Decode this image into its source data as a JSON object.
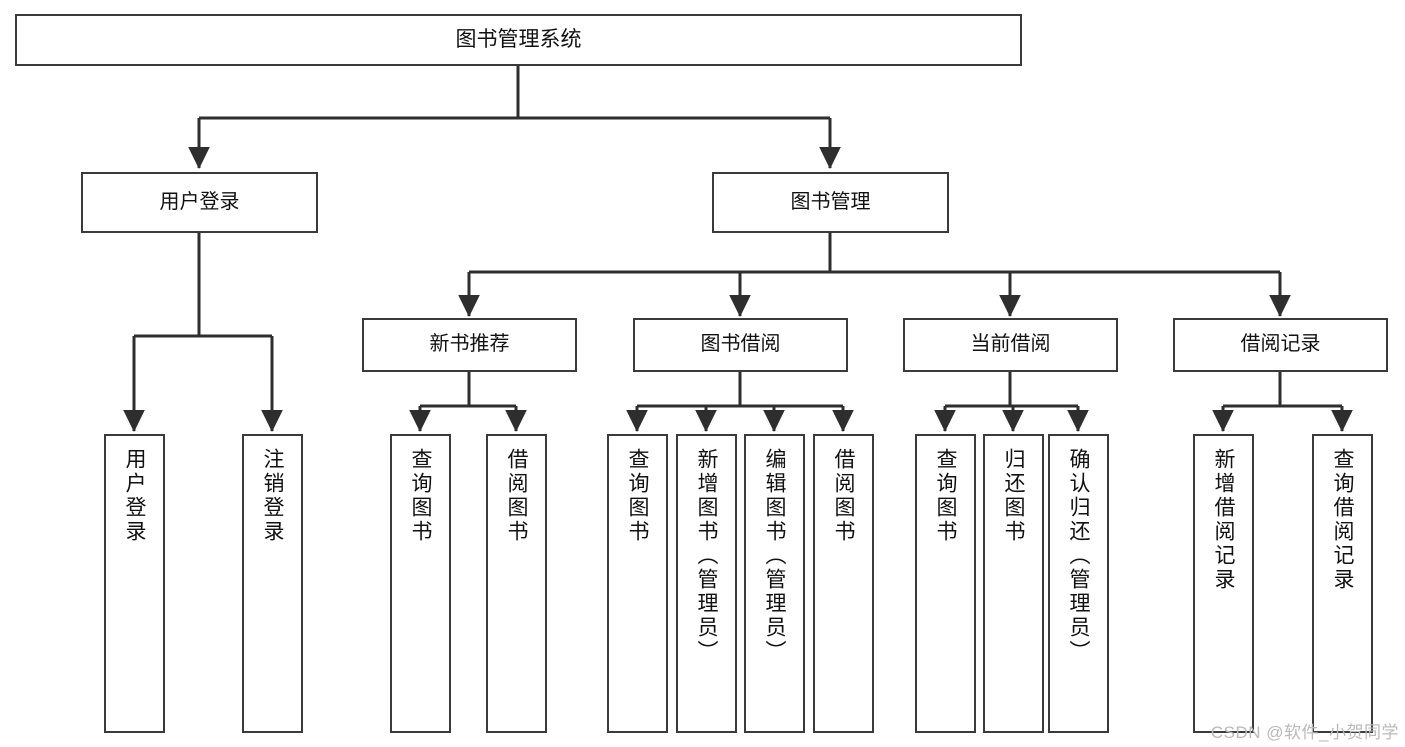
{
  "diagram": {
    "title": "图书管理系统",
    "watermark": "CSDN @软件_小贺同学",
    "colors": {
      "border": "#3a3a3a",
      "background": "#ffffff",
      "text": "#111111",
      "watermark": "#b9b9b9"
    },
    "nodes": {
      "root": {
        "label": "图书管理系统"
      },
      "level1": [
        {
          "label": "用户登录"
        },
        {
          "label": "图书管理"
        }
      ],
      "level2": [
        {
          "label": "新书推荐"
        },
        {
          "label": "图书借阅"
        },
        {
          "label": "当前借阅"
        },
        {
          "label": "借阅记录"
        }
      ],
      "leaves": {
        "user_login": [
          {
            "label": "用户登录"
          },
          {
            "label": "注销登录"
          }
        ],
        "new_book_rec": [
          {
            "label": "查询图书"
          },
          {
            "label": "借阅图书"
          }
        ],
        "book_borrow": [
          {
            "label": "查询图书"
          },
          {
            "label": "新增图书（管理员）"
          },
          {
            "label": "编辑图书（管理员）"
          },
          {
            "label": "借阅图书"
          }
        ],
        "current_borrow": [
          {
            "label": "查询图书"
          },
          {
            "label": "归还图书"
          },
          {
            "label": "确认归还（管理员）"
          }
        ],
        "borrow_record": [
          {
            "label": "新增借阅记录"
          },
          {
            "label": "查询借阅记录"
          }
        ]
      }
    }
  }
}
